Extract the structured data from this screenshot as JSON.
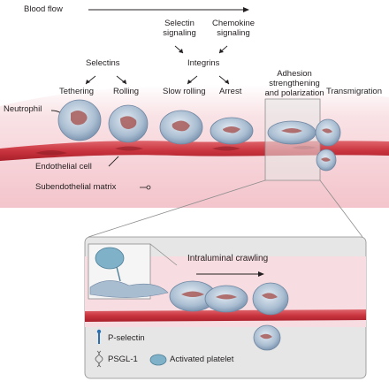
{
  "labels": {
    "blood_flow": "Blood flow",
    "selectin_signaling": "Selectin\nsignaling",
    "chemokine_signaling": "Chemokine\nsignaling",
    "selectins": "Selectins",
    "integrins": "Integrins",
    "tethering": "Tethering",
    "rolling": "Rolling",
    "slow_rolling": "Slow rolling",
    "arrest": "Arrest",
    "adhesion": "Adhesion\nstrengthening\nand polarization",
    "transmigration": "Transmigration",
    "neutrophil": "Neutrophil",
    "endothelial_cell": "Endothelial cell",
    "subendothelial_matrix": "Subendothelial matrix",
    "intraluminal_crawling": "Intraluminal crawling"
  },
  "legend": {
    "p_selectin": "P-selectin",
    "psgl1": "PSGL-1",
    "activated_platelet": "Activated platelet"
  },
  "colors": {
    "vessel_wall": "#f6d3d8",
    "endothelium": "#c9343e",
    "cell_body": "#9fb4c9",
    "nucleus": "#a85a58",
    "platelet": "#7fb2c9",
    "inset_bg": "#e6e6e6"
  }
}
